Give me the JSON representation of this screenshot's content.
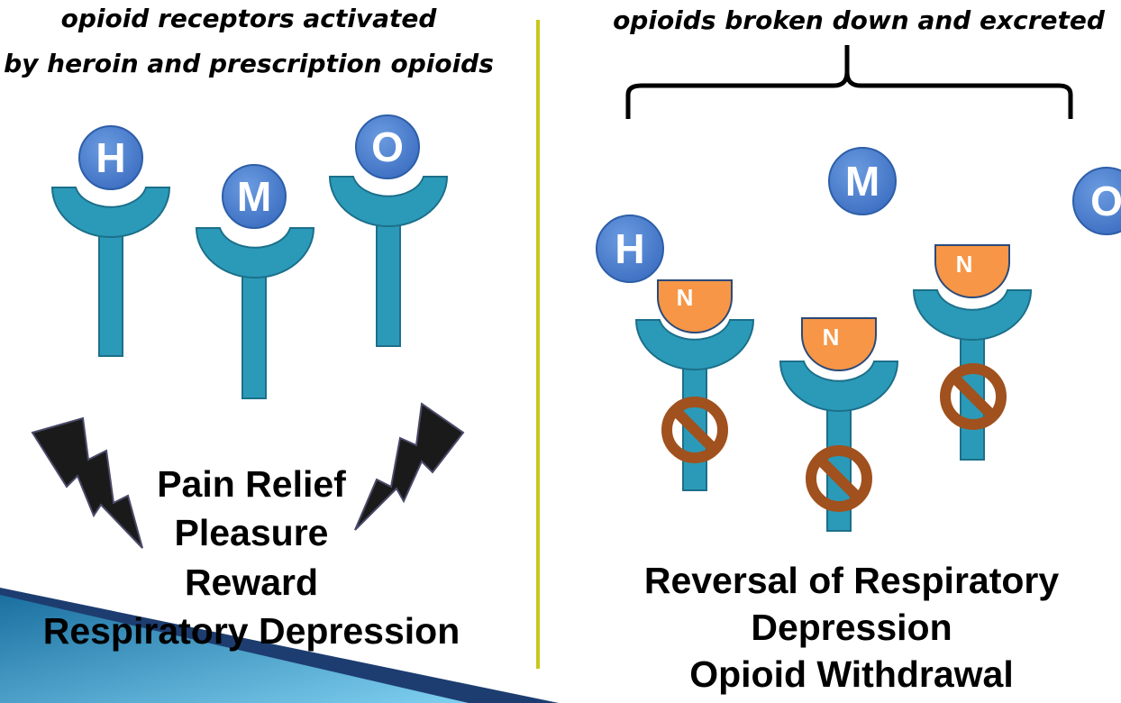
{
  "left_panel": {
    "caption_line1": "opioid receptors activated",
    "caption_line2": "by heroin and prescription opioids",
    "molecules": [
      {
        "letter": "H"
      },
      {
        "letter": "M"
      },
      {
        "letter": "O"
      }
    ],
    "effects": [
      "Pain Relief",
      "Pleasure",
      "Reward",
      "Respiratory Depression"
    ]
  },
  "right_panel": {
    "caption": "opioids broken down and excreted",
    "free_molecules": [
      {
        "letter": "M"
      },
      {
        "letter": "O"
      },
      {
        "letter": "H"
      }
    ],
    "blocker_letter": "N",
    "effects": [
      "Reversal of Respiratory",
      "Depression",
      "Opioid Withdrawal"
    ]
  },
  "colors": {
    "receptor": "#2b9ab8",
    "receptor_outline": "#1c6f8a",
    "opioid_molecule": "#4a7fd0",
    "naloxone_cap": "#f79646",
    "no_symbol": "#a0511e",
    "divider": "#c8c81e",
    "lightning": "#1a1a1a"
  },
  "icons": {
    "receptor": "y-shaped-receptor-icon",
    "block": "no-symbol-icon",
    "lightning": "lightning-bolt-icon",
    "brace": "curly-brace-icon"
  }
}
